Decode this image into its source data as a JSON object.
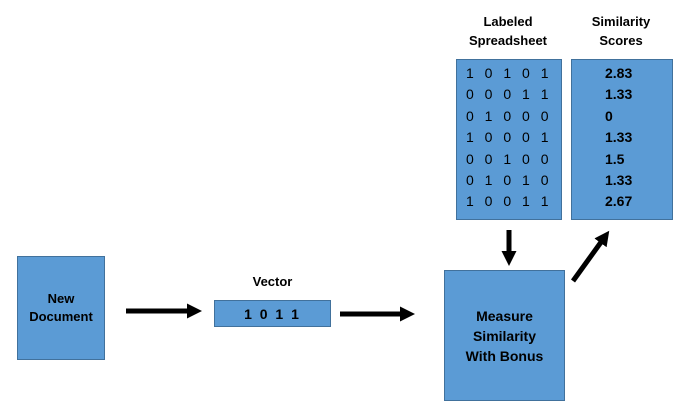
{
  "new_document": {
    "line1": "New",
    "line2": "Document"
  },
  "vector": {
    "title": "Vector",
    "value": "1 0 1 1"
  },
  "spreadsheet": {
    "title_line1": "Labeled",
    "title_line2": "Spreadsheet",
    "rows": [
      "1 0 1 0 1",
      "0 0 0 1 1",
      "0 1 0 0 0",
      "1 0 0 0 1",
      "0 0 1 0 0",
      "0 1 0 1 0",
      "1 0 0 1 1"
    ]
  },
  "scores": {
    "title_line1": "Similarity",
    "title_line2": "Scores",
    "values": [
      "2.83",
      "1.33",
      "0",
      "1.33",
      "1.5",
      "1.33",
      "2.67"
    ]
  },
  "measure": {
    "line1": "Measure",
    "line2": "Similarity",
    "line3": "With Bonus"
  },
  "colors": {
    "box_fill": "#5B9BD5",
    "box_border": "#41719C",
    "arrow": "#000000"
  }
}
